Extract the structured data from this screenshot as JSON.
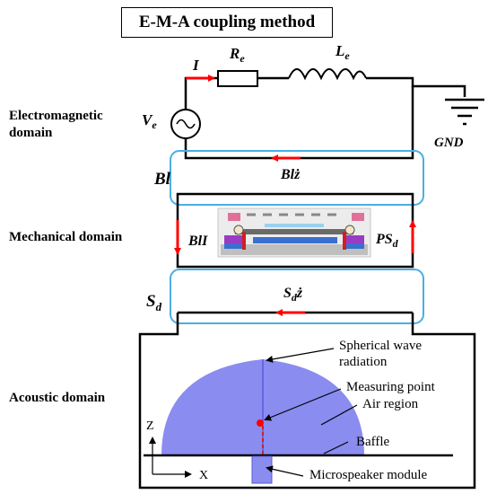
{
  "title": "E-M-A coupling method",
  "domains": {
    "electromagnetic_line1": "Electromagnetic",
    "electromagnetic_line2": "domain",
    "mechanical": "Mechanical domain",
    "acoustic": "Acoustic domain"
  },
  "circuit": {
    "current": "I",
    "resistor_base": "R",
    "resistor_sub": "e",
    "inductor_base": "L",
    "inductor_sub": "e",
    "source_base": "V",
    "source_sub": "e",
    "ground": "GND",
    "back_emf": "Blż",
    "force_factor": "Bl",
    "mech_force": "BlI",
    "pressure_force_base": "PS",
    "pressure_force_sub": "d",
    "area_base": "S",
    "area_sub": "d",
    "volume_velocity_base": "S",
    "volume_velocity_sub": "d",
    "volume_velocity_tail": "ż"
  },
  "acoustic": {
    "spherical_line1": "Spherical wave",
    "spherical_line2": "radiation",
    "measuring_point": "Measuring point",
    "air_region": "Air region",
    "baffle": "Baffle",
    "module": "Microspeaker module",
    "axis_z": "Z",
    "axis_x": "X"
  },
  "colors": {
    "coupling_loop": "#4aaee3",
    "arrow": "#ff0000",
    "air_region": "#8a8cf0",
    "wire": "#000000"
  }
}
